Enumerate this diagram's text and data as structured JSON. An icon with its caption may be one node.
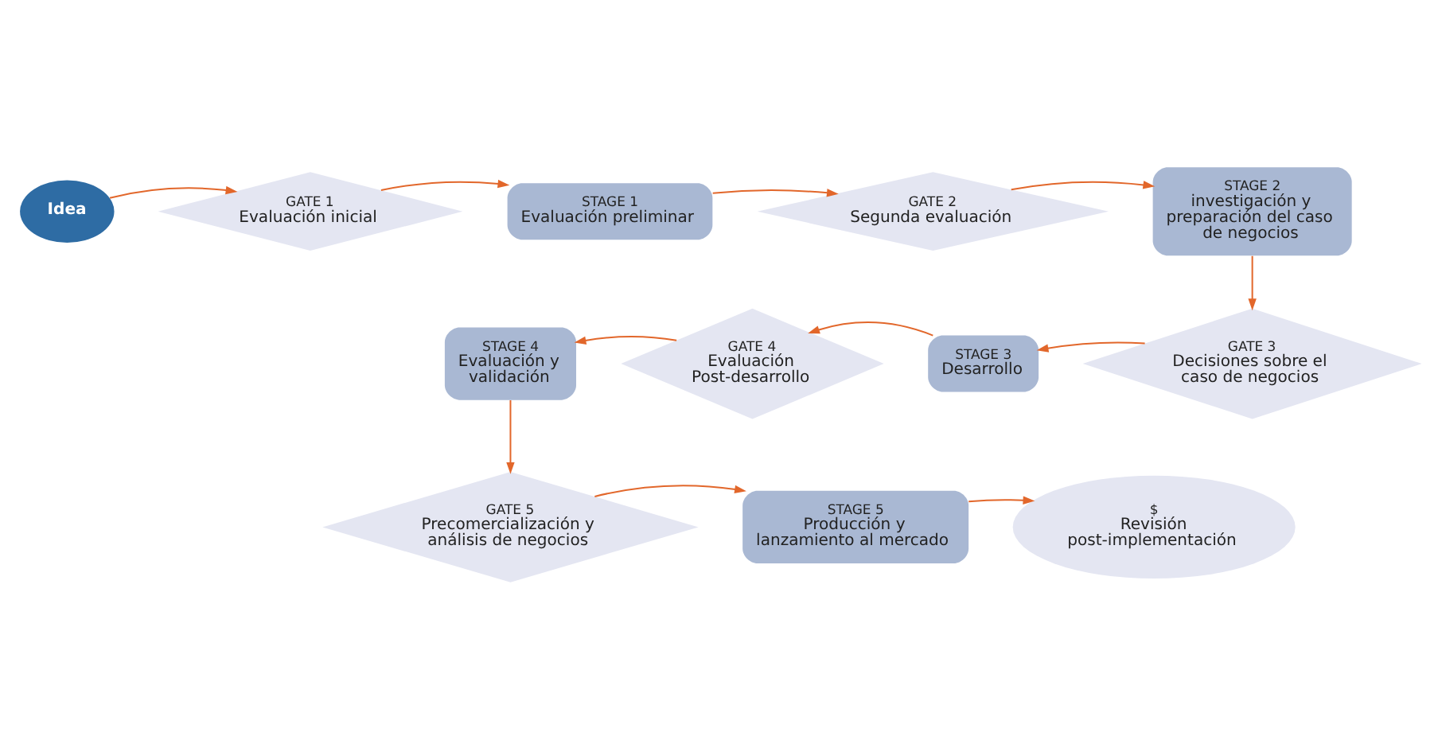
{
  "diagram": {
    "nodes": [
      {
        "text": [
          "Idea"
        ]
      },
      {
        "text": [
          "GATE 1",
          "Evaluación inicial"
        ]
      },
      {
        "text": [
          "STAGE 1",
          "Evaluación preliminar"
        ]
      },
      {
        "text": [
          "GATE 2",
          "Segunda evaluación"
        ]
      },
      {
        "text": [
          "STAGE 2",
          "investigación y preparación del caso de negocios"
        ]
      },
      {
        "text": [
          "GATE 3",
          "Decisiones sobre el caso de negocios"
        ]
      },
      {
        "text": [
          "STAGE 3",
          "Desarrollo"
        ]
      },
      {
        "text": [
          "GATE 4",
          "Evaluación Post-desarrollo"
        ]
      },
      {
        "text": [
          "STAGE 4",
          "Evaluación y validación"
        ]
      },
      {
        "text": [
          "GATE 5",
          "Precomercialización y análisis de negocios"
        ]
      },
      {
        "text": [
          "STAGE 5",
          "Producción y lanzamiento al mercado"
        ]
      },
      {
        "text": [
          "$",
          "Revisión post-implementación"
        ]
      }
    ],
    "edges": [
      {
        "from": 0,
        "to": 1,
        "arrow": "to"
      },
      {
        "from": 1,
        "to": 2,
        "arrow": "to"
      },
      {
        "from": 2,
        "to": 3,
        "arrow": "to"
      },
      {
        "from": 3,
        "to": 4,
        "arrow": "to"
      },
      {
        "from": 4,
        "to": 5,
        "arrow": "to"
      },
      {
        "from": 5,
        "to": 6,
        "arrow": "to"
      },
      {
        "from": 6,
        "to": 7,
        "arrow": "to"
      },
      {
        "from": 7,
        "to": 8,
        "arrow": "to"
      },
      {
        "from": 8,
        "to": 9,
        "arrow": "to"
      },
      {
        "from": 9,
        "to": 10,
        "arrow": "to"
      },
      {
        "from": 10,
        "to": 11,
        "arrow": "to"
      }
    ]
  }
}
